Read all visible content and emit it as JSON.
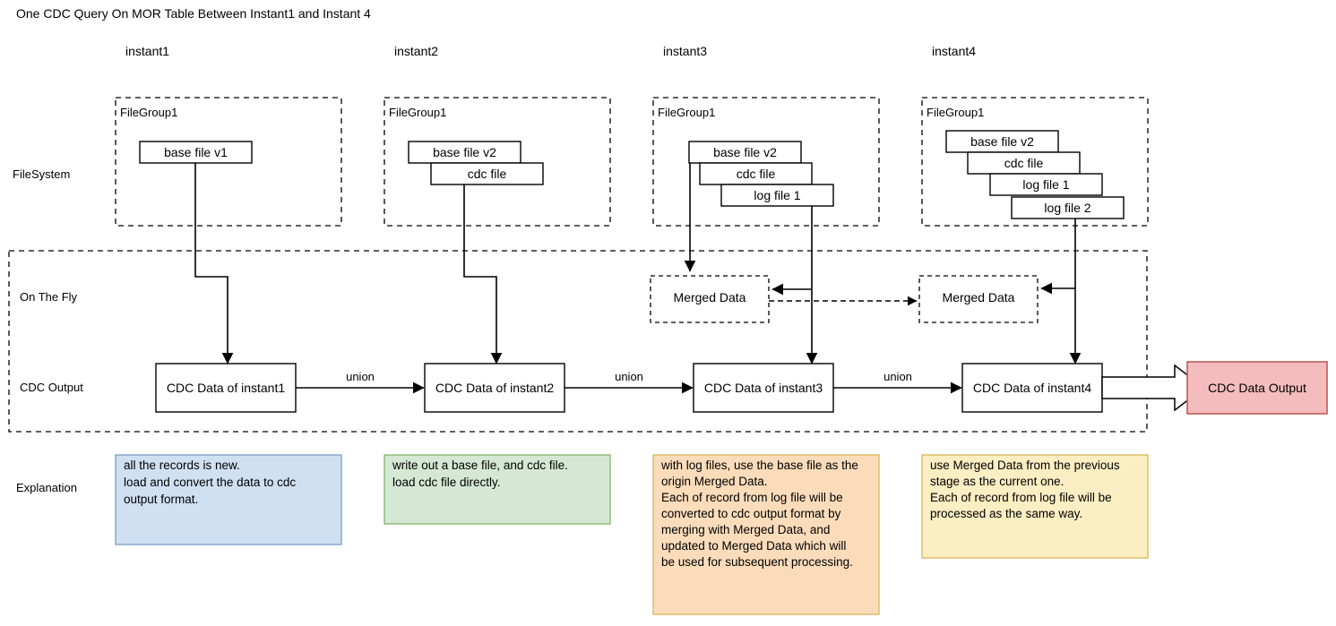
{
  "title": "One CDC Query On MOR Table Between Instant1 and Instant 4",
  "columns": [
    {
      "label": "instant1"
    },
    {
      "label": "instant2"
    },
    {
      "label": "instant3"
    },
    {
      "label": "instant4"
    }
  ],
  "rows": {
    "filesystem": "FileSystem",
    "on_the_fly": "On The Fly",
    "cdc_output": "CDC Output",
    "explanation": "Explanation"
  },
  "filegroups": [
    {
      "label": "FileGroup1",
      "files": [
        "base file v1"
      ]
    },
    {
      "label": "FileGroup1",
      "files": [
        "base file v2",
        "cdc file"
      ]
    },
    {
      "label": "FileGroup1",
      "files": [
        "base file v2",
        "cdc file",
        "log file 1"
      ]
    },
    {
      "label": "FileGroup1",
      "files": [
        "base file v2",
        "cdc file",
        "log file 1",
        "log file 2"
      ]
    }
  ],
  "merged_data": [
    {
      "label": "Merged Data"
    },
    {
      "label": "Merged Data"
    }
  ],
  "cdc_nodes": [
    {
      "label": "CDC Data of instant1"
    },
    {
      "label": "CDC Data of instant2"
    },
    {
      "label": "CDC Data of instant3"
    },
    {
      "label": "CDC Data of instant4"
    }
  ],
  "edge_labels": [
    {
      "label": "union"
    },
    {
      "label": "union"
    },
    {
      "label": "union"
    }
  ],
  "final_output": {
    "label": "CDC Data Output",
    "fill": "#f4bcbc",
    "stroke": "#b85450"
  },
  "explanations": [
    {
      "lines": [
        "all the records is new.",
        "",
        "load and convert the data to cdc",
        "output format."
      ],
      "fill": "#cfe0f3",
      "stroke": "#7a9cc6"
    },
    {
      "lines": [
        "write out a base file, and cdc file.",
        "",
        "load cdc file directly."
      ],
      "fill": "#d5e8d4",
      "stroke": "#82b366"
    },
    {
      "lines": [
        "with log files, use the base file as the",
        "origin Merged Data.",
        "",
        "Each of record from log file will be",
        "converted to cdc output format by",
        "merging with Merged Data, and",
        "updated to Merged Data which will",
        "be used for subsequent processing."
      ],
      "fill": "#fbdcba",
      "stroke": "#d6b656"
    },
    {
      "lines": [
        "use Merged Data from the previous",
        "stage as the current one.",
        "",
        "Each of record from log file will be",
        "processed as the same way."
      ],
      "fill": "#fbeec2",
      "stroke": "#d6b656"
    }
  ],
  "colors": {
    "line": "#000000",
    "box_fill": "#ffffff",
    "background": "#ffffff"
  }
}
